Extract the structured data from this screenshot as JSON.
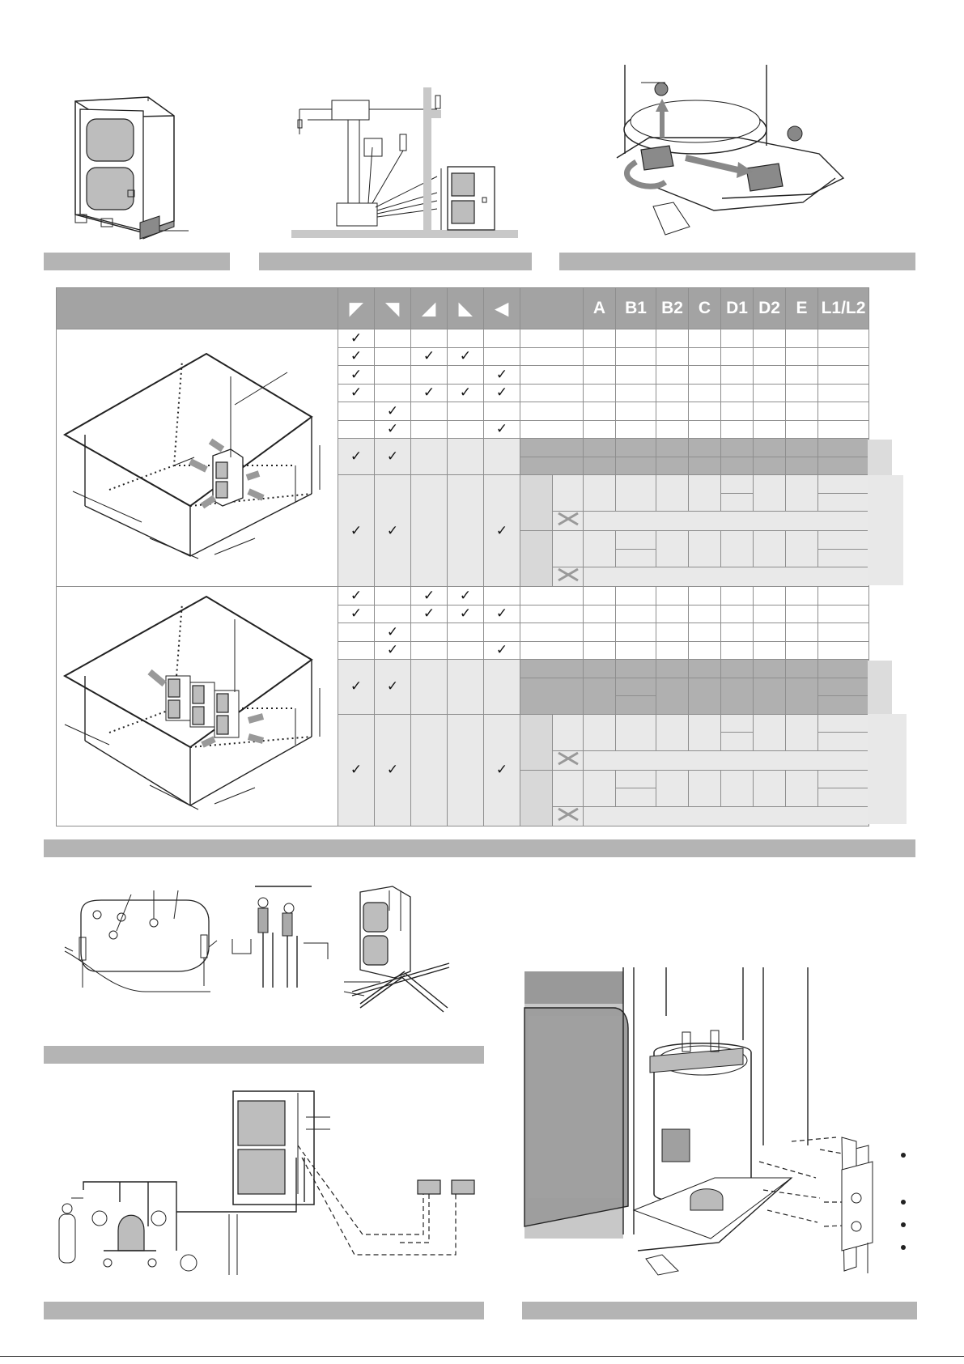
{
  "table": {
    "columns": [
      "A",
      "B1",
      "B2",
      "C",
      "D1",
      "D2",
      "E",
      "L1/L2"
    ],
    "direction_icons": [
      "arrow-up-left-icon",
      "arrow-up-right-icon",
      "arrow-down-right-icon",
      "arrow-down-left-icon",
      "arrow-bottom-icon"
    ],
    "check_mark": "✓",
    "block1_checks": [
      [
        1,
        0,
        0,
        0,
        0
      ],
      [
        1,
        0,
        1,
        1,
        0
      ],
      [
        1,
        0,
        0,
        0,
        1
      ],
      [
        1,
        0,
        1,
        1,
        1
      ],
      [
        0,
        1,
        0,
        0,
        0
      ],
      [
        0,
        1,
        0,
        0,
        1
      ]
    ],
    "block2_checks": [
      [
        1,
        0,
        1,
        1,
        0
      ],
      [
        1,
        0,
        1,
        1,
        1
      ],
      [
        0,
        1,
        0,
        0,
        0
      ],
      [
        0,
        1,
        0,
        0,
        1
      ]
    ]
  },
  "colors": {
    "section_bar": "#b4b4b4",
    "table_header": "#a3a3a3",
    "cell_light": "#e9e9e9",
    "cell_dark": "#b0b0b0",
    "unit_fill": "#bdbdbd"
  }
}
